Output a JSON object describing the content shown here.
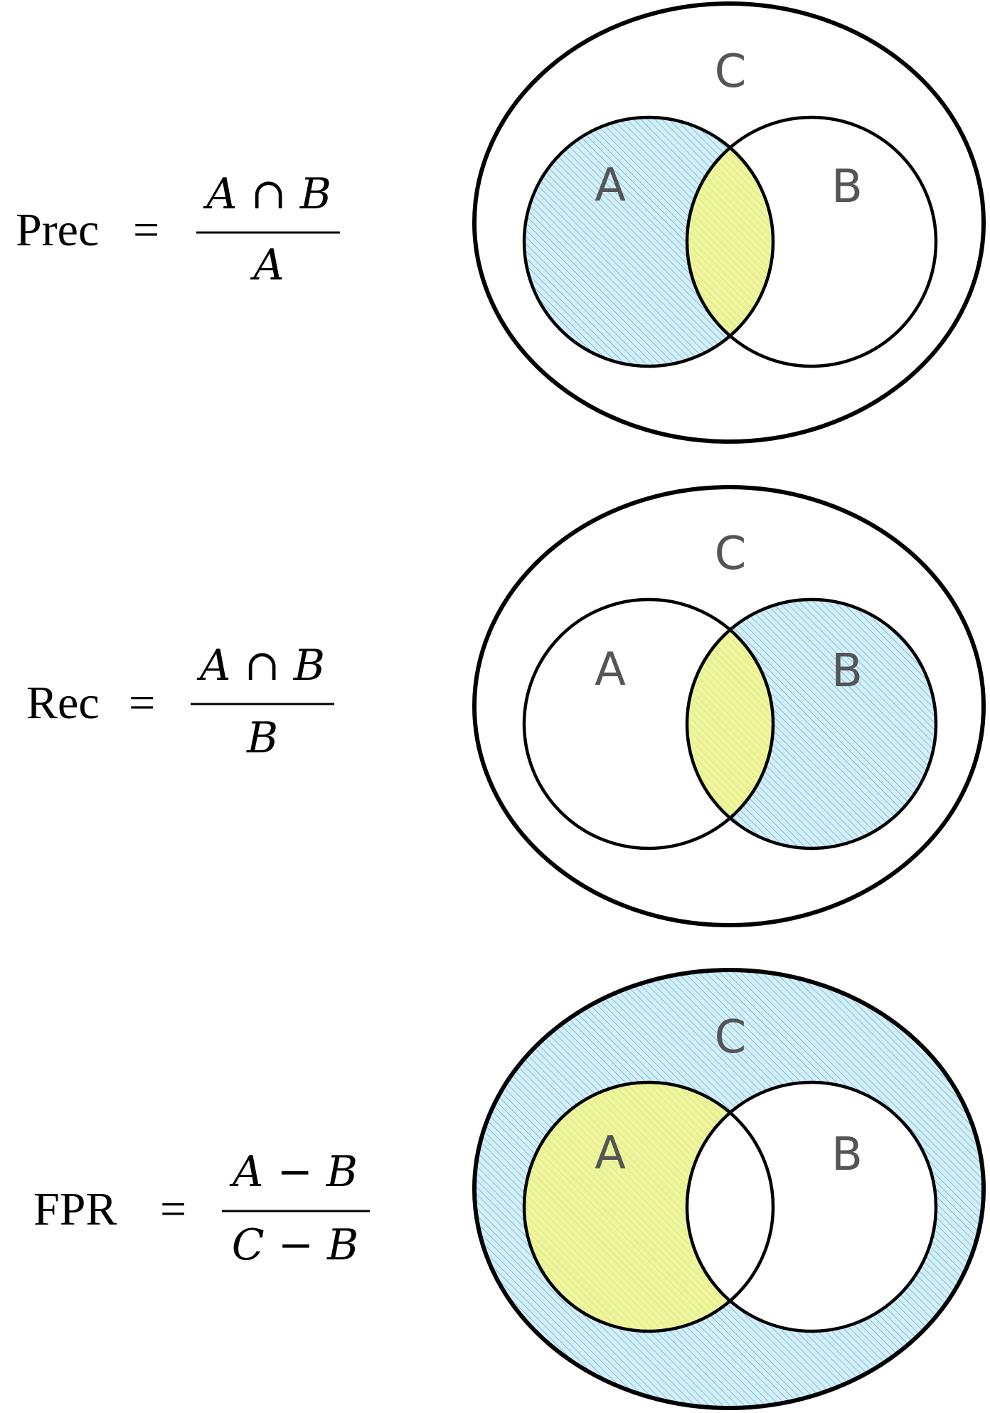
{
  "colors": {
    "hatch_blue": "#4db3d9",
    "hatch_blue_bg": "#d6eef8",
    "highlight_yellow": "#eef59c",
    "outline": "#000000",
    "set_label": "#555555"
  },
  "panels": [
    {
      "formula": {
        "name": "Prec",
        "equals": "=",
        "numerator": "A ∩ B",
        "denominator": "A"
      },
      "labels": {
        "universe": "C",
        "set_a": "A",
        "set_b": "B"
      },
      "shaded": {
        "hatched": "A",
        "highlighted": "A ∩ B"
      }
    },
    {
      "formula": {
        "name": "Rec",
        "equals": "=",
        "numerator": "A ∩ B",
        "denominator": "B"
      },
      "labels": {
        "universe": "C",
        "set_a": "A",
        "set_b": "B"
      },
      "shaded": {
        "hatched": "B",
        "highlighted": "A ∩ B"
      }
    },
    {
      "formula": {
        "name": "FPR",
        "equals": "=",
        "numerator": "A − B",
        "denominator": "C − B"
      },
      "labels": {
        "universe": "C",
        "set_a": "A",
        "set_b": "B"
      },
      "shaded": {
        "hatched": "C − B",
        "highlighted": "A − B"
      }
    }
  ]
}
